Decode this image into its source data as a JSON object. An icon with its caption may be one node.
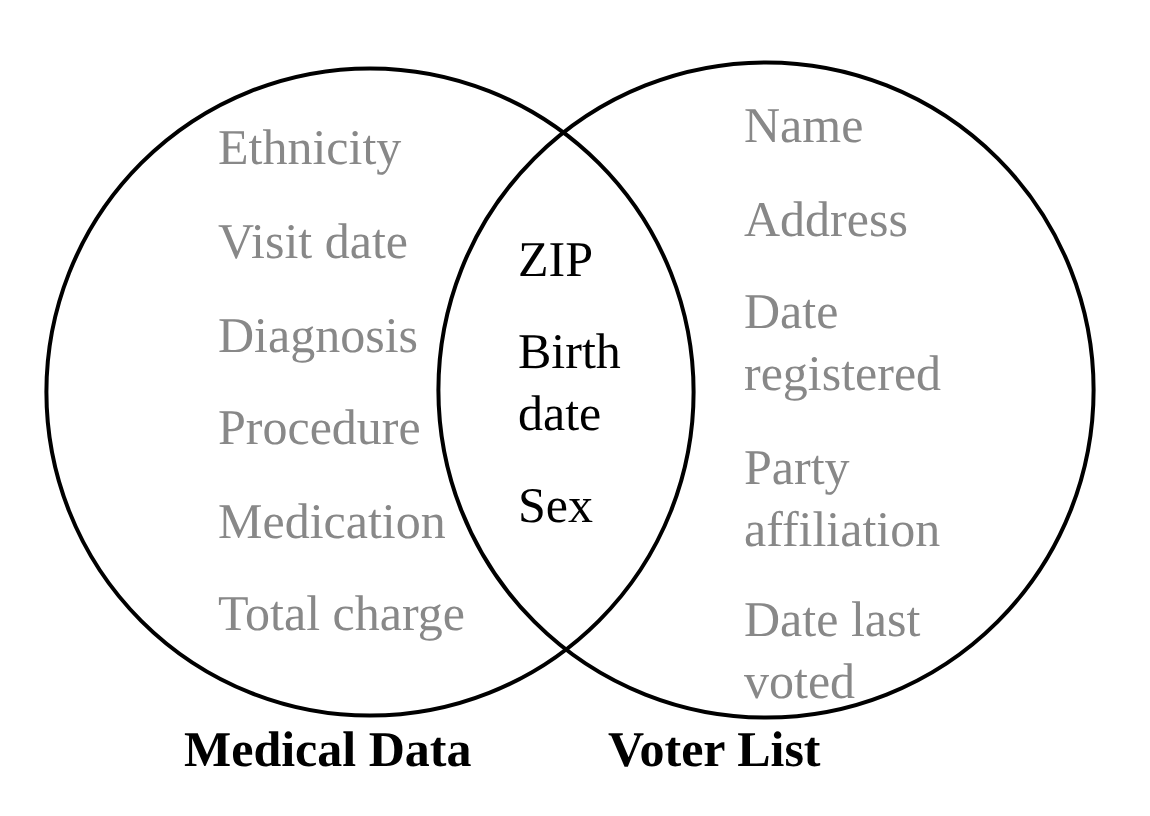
{
  "diagram": {
    "nodes": [
      {
        "text": [
          "Ethnicity",
          "Visit date",
          "Diagnosis",
          "Procedure",
          "Medication",
          "Total charge",
          "Medical Data"
        ]
      },
      {
        "text": [
          "Name",
          "Address",
          "Date registered",
          "Party affiliation",
          "Date last voted",
          "Voter List"
        ]
      }
    ],
    "edges": [],
    "labels": [
      "ZIP",
      "Birth date",
      "Sex"
    ]
  }
}
